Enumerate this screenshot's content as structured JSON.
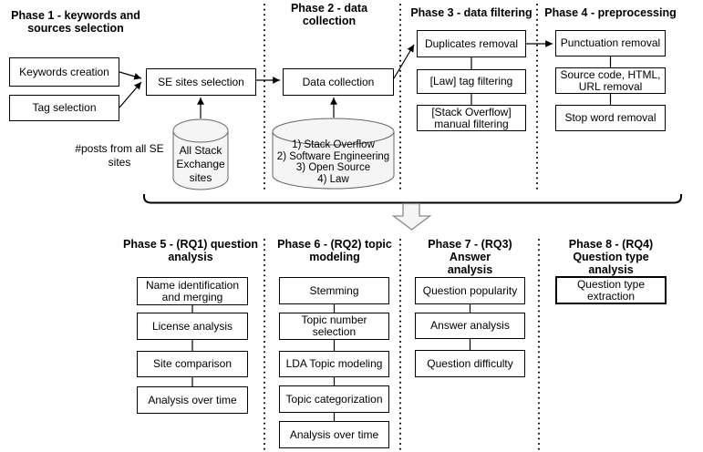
{
  "phases": {
    "p1": {
      "title": "Phase 1 - keywords and\nsources selection",
      "box_keywords": "Keywords creation",
      "box_tag": "Tag selection",
      "box_se_sites": "SE sites selection",
      "cylinder_label": "All Stack\nExchange\nsites",
      "note": "#posts from all SE\nsites"
    },
    "p2": {
      "title": "Phase 2 - data\ncollection",
      "box_data_collection": "Data collection",
      "cylinder_label": "1) Stack Overflow\n2) Software Engineering\n3) Open Source\n4) Law"
    },
    "p3": {
      "title": "Phase 3 - data filtering",
      "box_duplicates": "Duplicates removal",
      "box_law_tag": "[Law] tag filtering",
      "box_manual": "[Stack Overflow]\nmanual filtering"
    },
    "p4": {
      "title": "Phase 4 - preprocessing",
      "box_punctuation": "Punctuation removal",
      "box_source_code": "Source code, HTML,\nURL removal",
      "box_stop_word": "Stop word removal"
    },
    "p5": {
      "title": "Phase 5 - (RQ1)  question\nanalysis",
      "box_name_identification": "Name identification\nand merging",
      "box_license": "License analysis",
      "box_site_comparison": "Site comparison",
      "box_analysis_time": "Analysis over time"
    },
    "p6": {
      "title": "Phase 6 - (RQ2) topic\nmodeling",
      "box_stemming": "Stemming",
      "box_topic_number": "Topic number\nselection",
      "box_lda": "LDA Topic modeling",
      "box_topic_categorization": "Topic categorization",
      "box_analysis_time": "Analysis over time"
    },
    "p7": {
      "title": "Phase 7 - (RQ3) Answer\nanalysis",
      "box_question_popularity": "Question popularity",
      "box_answer_analysis": "Answer analysis",
      "box_question_difficulty": "Question difficulty"
    },
    "p8": {
      "title": "Phase 8 - (RQ4)\nQuestion type analysis",
      "box_question_type": "Question type\nextraction"
    }
  },
  "colors": {
    "background": "#ffffff",
    "box_fill": "#ffffff",
    "box_border": "#000000",
    "cylinder_fill": "#f5f5f5",
    "cylinder_border": "#666666",
    "connector": "#000000",
    "big_arrow_fill": "#f5f5f5",
    "big_arrow_border": "#8c8c8c",
    "text": "#000000"
  }
}
